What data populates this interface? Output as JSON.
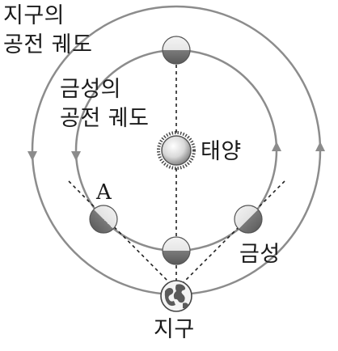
{
  "labels": {
    "earth_orbit_line1": "지구의",
    "earth_orbit_line2": "공전 궤도",
    "venus_orbit_line1": "금성의",
    "venus_orbit_line2": "공전 궤도",
    "sun": "태양",
    "point_a": "A",
    "venus": "금성",
    "earth": "지구"
  },
  "colors": {
    "orbit": "#8c8c8c",
    "text": "#1a1a1a",
    "sightline": "#222222",
    "planet_dark": "#6e6e6e",
    "planet_light": "#f2f2f2"
  }
}
